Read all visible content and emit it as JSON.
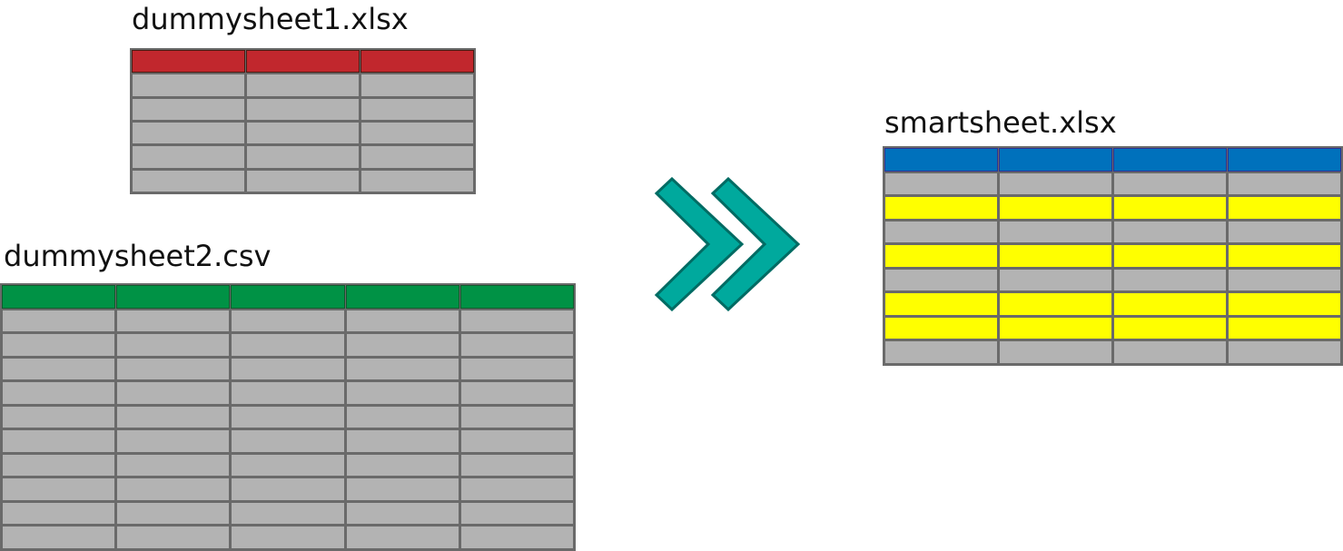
{
  "sheets": [
    {
      "name": "dummysheet1.xlsx",
      "columns": 3,
      "body_rows": 5,
      "header_color": "#c1272d",
      "header_border": "#4a1a12",
      "row_colors": [
        "#b3b3b3",
        "#b3b3b3",
        "#b3b3b3",
        "#b3b3b3",
        "#b3b3b3"
      ]
    },
    {
      "name": "dummysheet2.csv",
      "columns": 5,
      "body_rows": 10,
      "header_color": "#009245",
      "header_border": "#0e5a2c",
      "row_colors": [
        "#b3b3b3",
        "#b3b3b3",
        "#b3b3b3",
        "#b3b3b3",
        "#b3b3b3",
        "#b3b3b3",
        "#b3b3b3",
        "#b3b3b3",
        "#b3b3b3",
        "#b3b3b3"
      ]
    },
    {
      "name": "smartsheet.xlsx",
      "columns": 4,
      "body_rows": 8,
      "header_color": "#0071bc",
      "header_border": "#2e3192",
      "row_colors": [
        "#b3b3b3",
        "#ffff00",
        "#b3b3b3",
        "#ffff00",
        "#b3b3b3",
        "#ffff00",
        "#ffff00",
        "#b3b3b3"
      ]
    }
  ],
  "arrow": {
    "icon": "double-chevron-right-icon",
    "fill": "#00a99d",
    "stroke": "#006b63"
  }
}
